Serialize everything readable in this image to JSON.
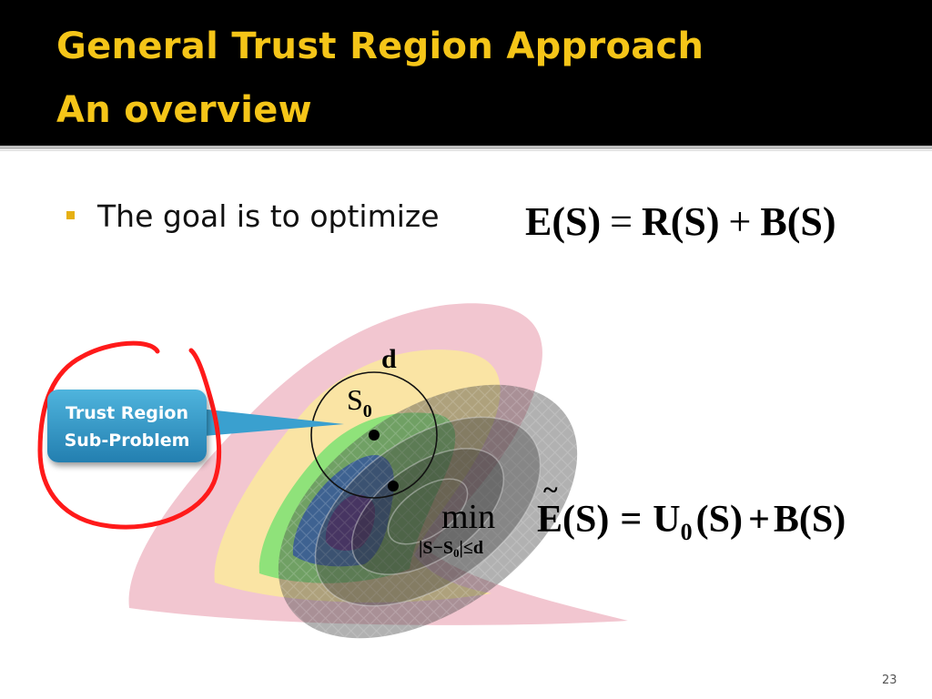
{
  "slide": {
    "title_line1": "General Trust Region Approach",
    "title_line2": "An overview",
    "bullet_text": "The goal is to optimize",
    "page_number": "23"
  },
  "equation_main": {
    "lhs": "E(S)",
    "equals": "=",
    "term1": "R(S)",
    "plus": "+",
    "term2": "B(S)"
  },
  "diagram": {
    "callout_line1": "Trust Region",
    "callout_line2": "Sub-Problem",
    "radius_label": "d",
    "center_label": "S",
    "center_subscript": "0",
    "min_label": "min",
    "constraint_label": "|S−S",
    "constraint_sub": "0",
    "constraint_tail": "|≤d",
    "approx_lhs": "E(S)",
    "approx_eq": "=",
    "approx_u": "U",
    "approx_u_sub": "0",
    "approx_args": "(S)",
    "approx_plus": "+",
    "approx_b": "B(S)"
  },
  "colors": {
    "title": "#f5c518",
    "background_title": "#000000",
    "bullet": "#e6b012",
    "annotation_circle": "#ff0000",
    "callout": "#2f93c6"
  }
}
